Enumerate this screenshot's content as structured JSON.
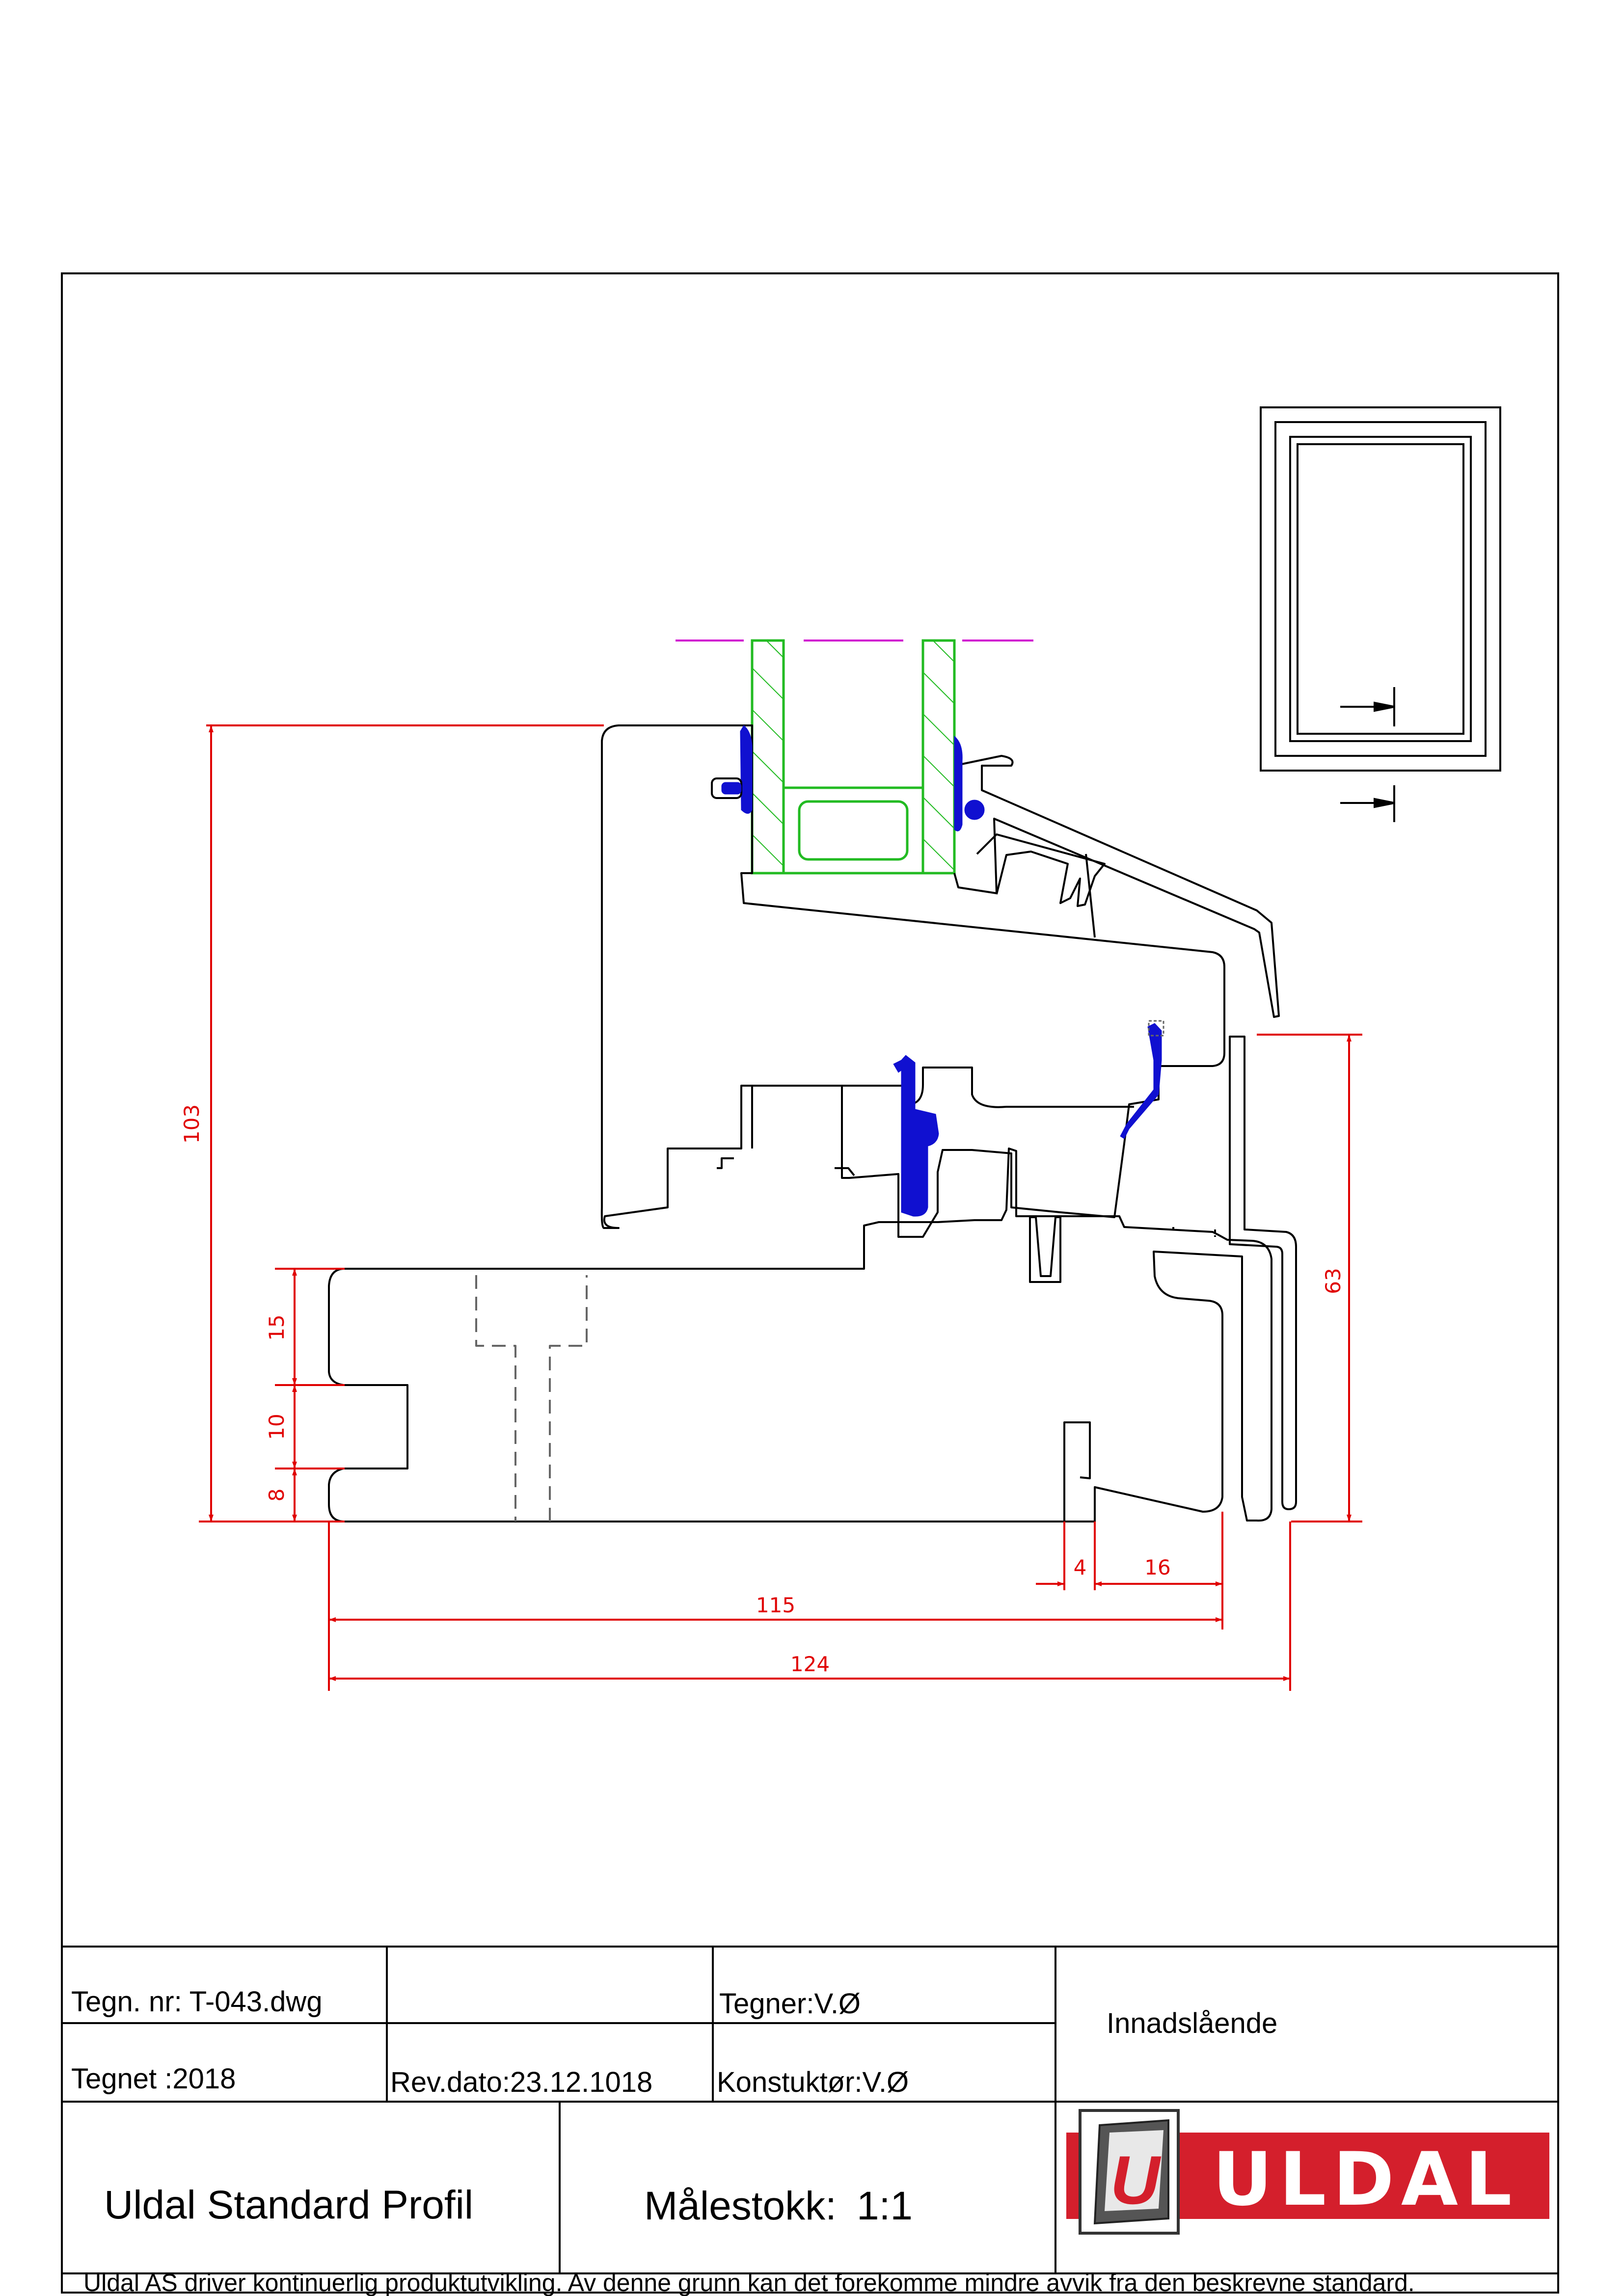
{
  "drawing": {
    "dimensions": {
      "height_total": "103",
      "height_15": "15",
      "height_10": "10",
      "height_8": "8",
      "height_63": "63",
      "width_4": "4",
      "width_16": "16",
      "width_115": "115",
      "width_124": "124"
    },
    "colors": {
      "outline": "#000000",
      "dimension": "#e00000",
      "glass_hatch": "#22bb22",
      "seal": "#1010d0",
      "glass_line": "#d000d0",
      "logo_red": "#d41f2c"
    }
  },
  "title_block": {
    "drawing_number": "Tegn. nr: T-043.dwg",
    "drawn_year": "Tegnet :2018",
    "rev_date": "Rev.dato:23.12.1018",
    "drafter": "Tegner:V.Ø",
    "designer": "Konstuktør:V.Ø",
    "description": "Innadslående",
    "product": "Uldal Standard Profil",
    "scale_label": "Målestokk:",
    "scale_value": "1:1",
    "logo": "ULDAL",
    "disclaimer": "Uldal AS driver kontinuerlig produktutvikling. Av denne grunn kan det forekomme mindre avvik fra den beskrevne standard."
  }
}
